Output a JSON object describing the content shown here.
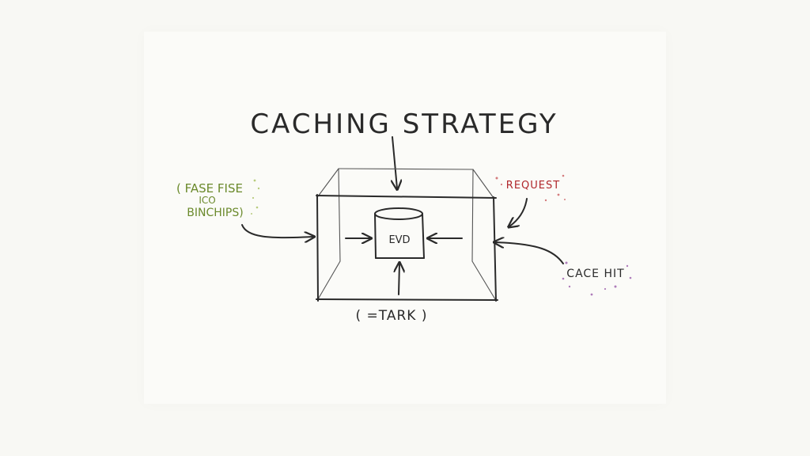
{
  "title": "CACHING STRATEGY",
  "cache_label": "EVD",
  "bottom_label": "( =TARK )",
  "left_note": {
    "lines": [
      "( FASE FISE",
      "ICO",
      "BINCHIPS)"
    ]
  },
  "request_label": "REQUEST",
  "hit_label": "CACE HIT",
  "colors": {
    "ink": "#2a2a2a",
    "green": "#6b8a2c",
    "red": "#b0262b",
    "purple": "#7d3a86"
  }
}
